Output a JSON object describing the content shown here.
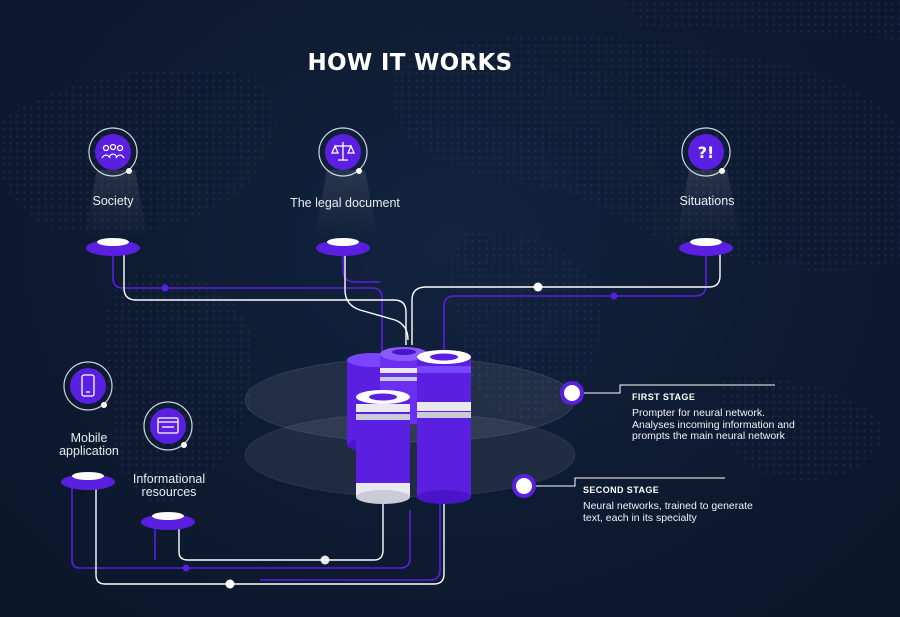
{
  "title": "HOW IT WORKS",
  "nodes": [
    {
      "id": "society",
      "label": "Society",
      "icon": "people-icon"
    },
    {
      "id": "legal",
      "label": "The legal document",
      "icon": "scales-icon"
    },
    {
      "id": "situations",
      "label": "Situations",
      "icon": "question-exclamation-icon",
      "glyph": "?!"
    },
    {
      "id": "mobile",
      "label": "Mobile application",
      "icon": "smartphone-icon"
    },
    {
      "id": "info",
      "label": "Informational resources",
      "icon": "browser-window-icon"
    }
  ],
  "stages": [
    {
      "title": "FIRST STAGE",
      "desc": "Prompter for neural network. Analyses incoming information and prompts the main neural network"
    },
    {
      "title": "SECOND STAGE",
      "desc": "Neural networks, trained to generate text, each in its specialty"
    }
  ],
  "colors": {
    "background": "#0d1a30",
    "accent": "#5a1fe0",
    "accent_light": "#7a45ff",
    "line": "#ffffff"
  }
}
